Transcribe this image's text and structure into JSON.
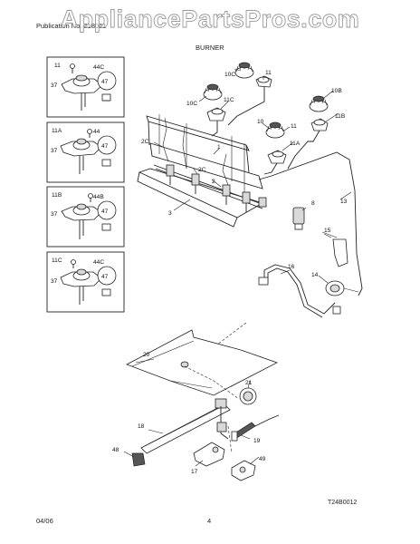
{
  "watermark": {
    "text": "AppliancePartsPros.com"
  },
  "header": {
    "publication_text": "Publication No. 318051",
    "section_title": "BURNER"
  },
  "footer": {
    "date": "04/06",
    "page": "4",
    "diagram_code": "T24B0012"
  },
  "insets": [
    {
      "burner_ref": "11",
      "cap_ref": "44C",
      "screw_ref": "37",
      "knob_ref": "47"
    },
    {
      "burner_ref": "11A",
      "cap_ref": "44",
      "screw_ref": "37",
      "knob_ref": "47"
    },
    {
      "burner_ref": "11B",
      "cap_ref": "44B",
      "screw_ref": "37",
      "knob_ref": "47"
    },
    {
      "burner_ref": "11C",
      "cap_ref": "44C",
      "screw_ref": "37",
      "knob_ref": "47"
    }
  ],
  "callouts": {
    "c10c_top": "10C",
    "c11_top": "11",
    "c10c_left": "10C",
    "c11c": "11C",
    "c10b": "10B",
    "c11b": "11B",
    "c10": "10",
    "c11_mid": "11",
    "c11a": "11A",
    "c1": "1",
    "c2c_a": "2C",
    "c2c_b": "2C",
    "c2": "2",
    "c3": "3",
    "c8": "8",
    "c13": "13",
    "c15": "15",
    "c16": "16",
    "c14": "14",
    "c20": "20",
    "c21": "21",
    "c18": "18",
    "c19": "19",
    "c48": "48",
    "c17": "17",
    "c49": "49"
  }
}
